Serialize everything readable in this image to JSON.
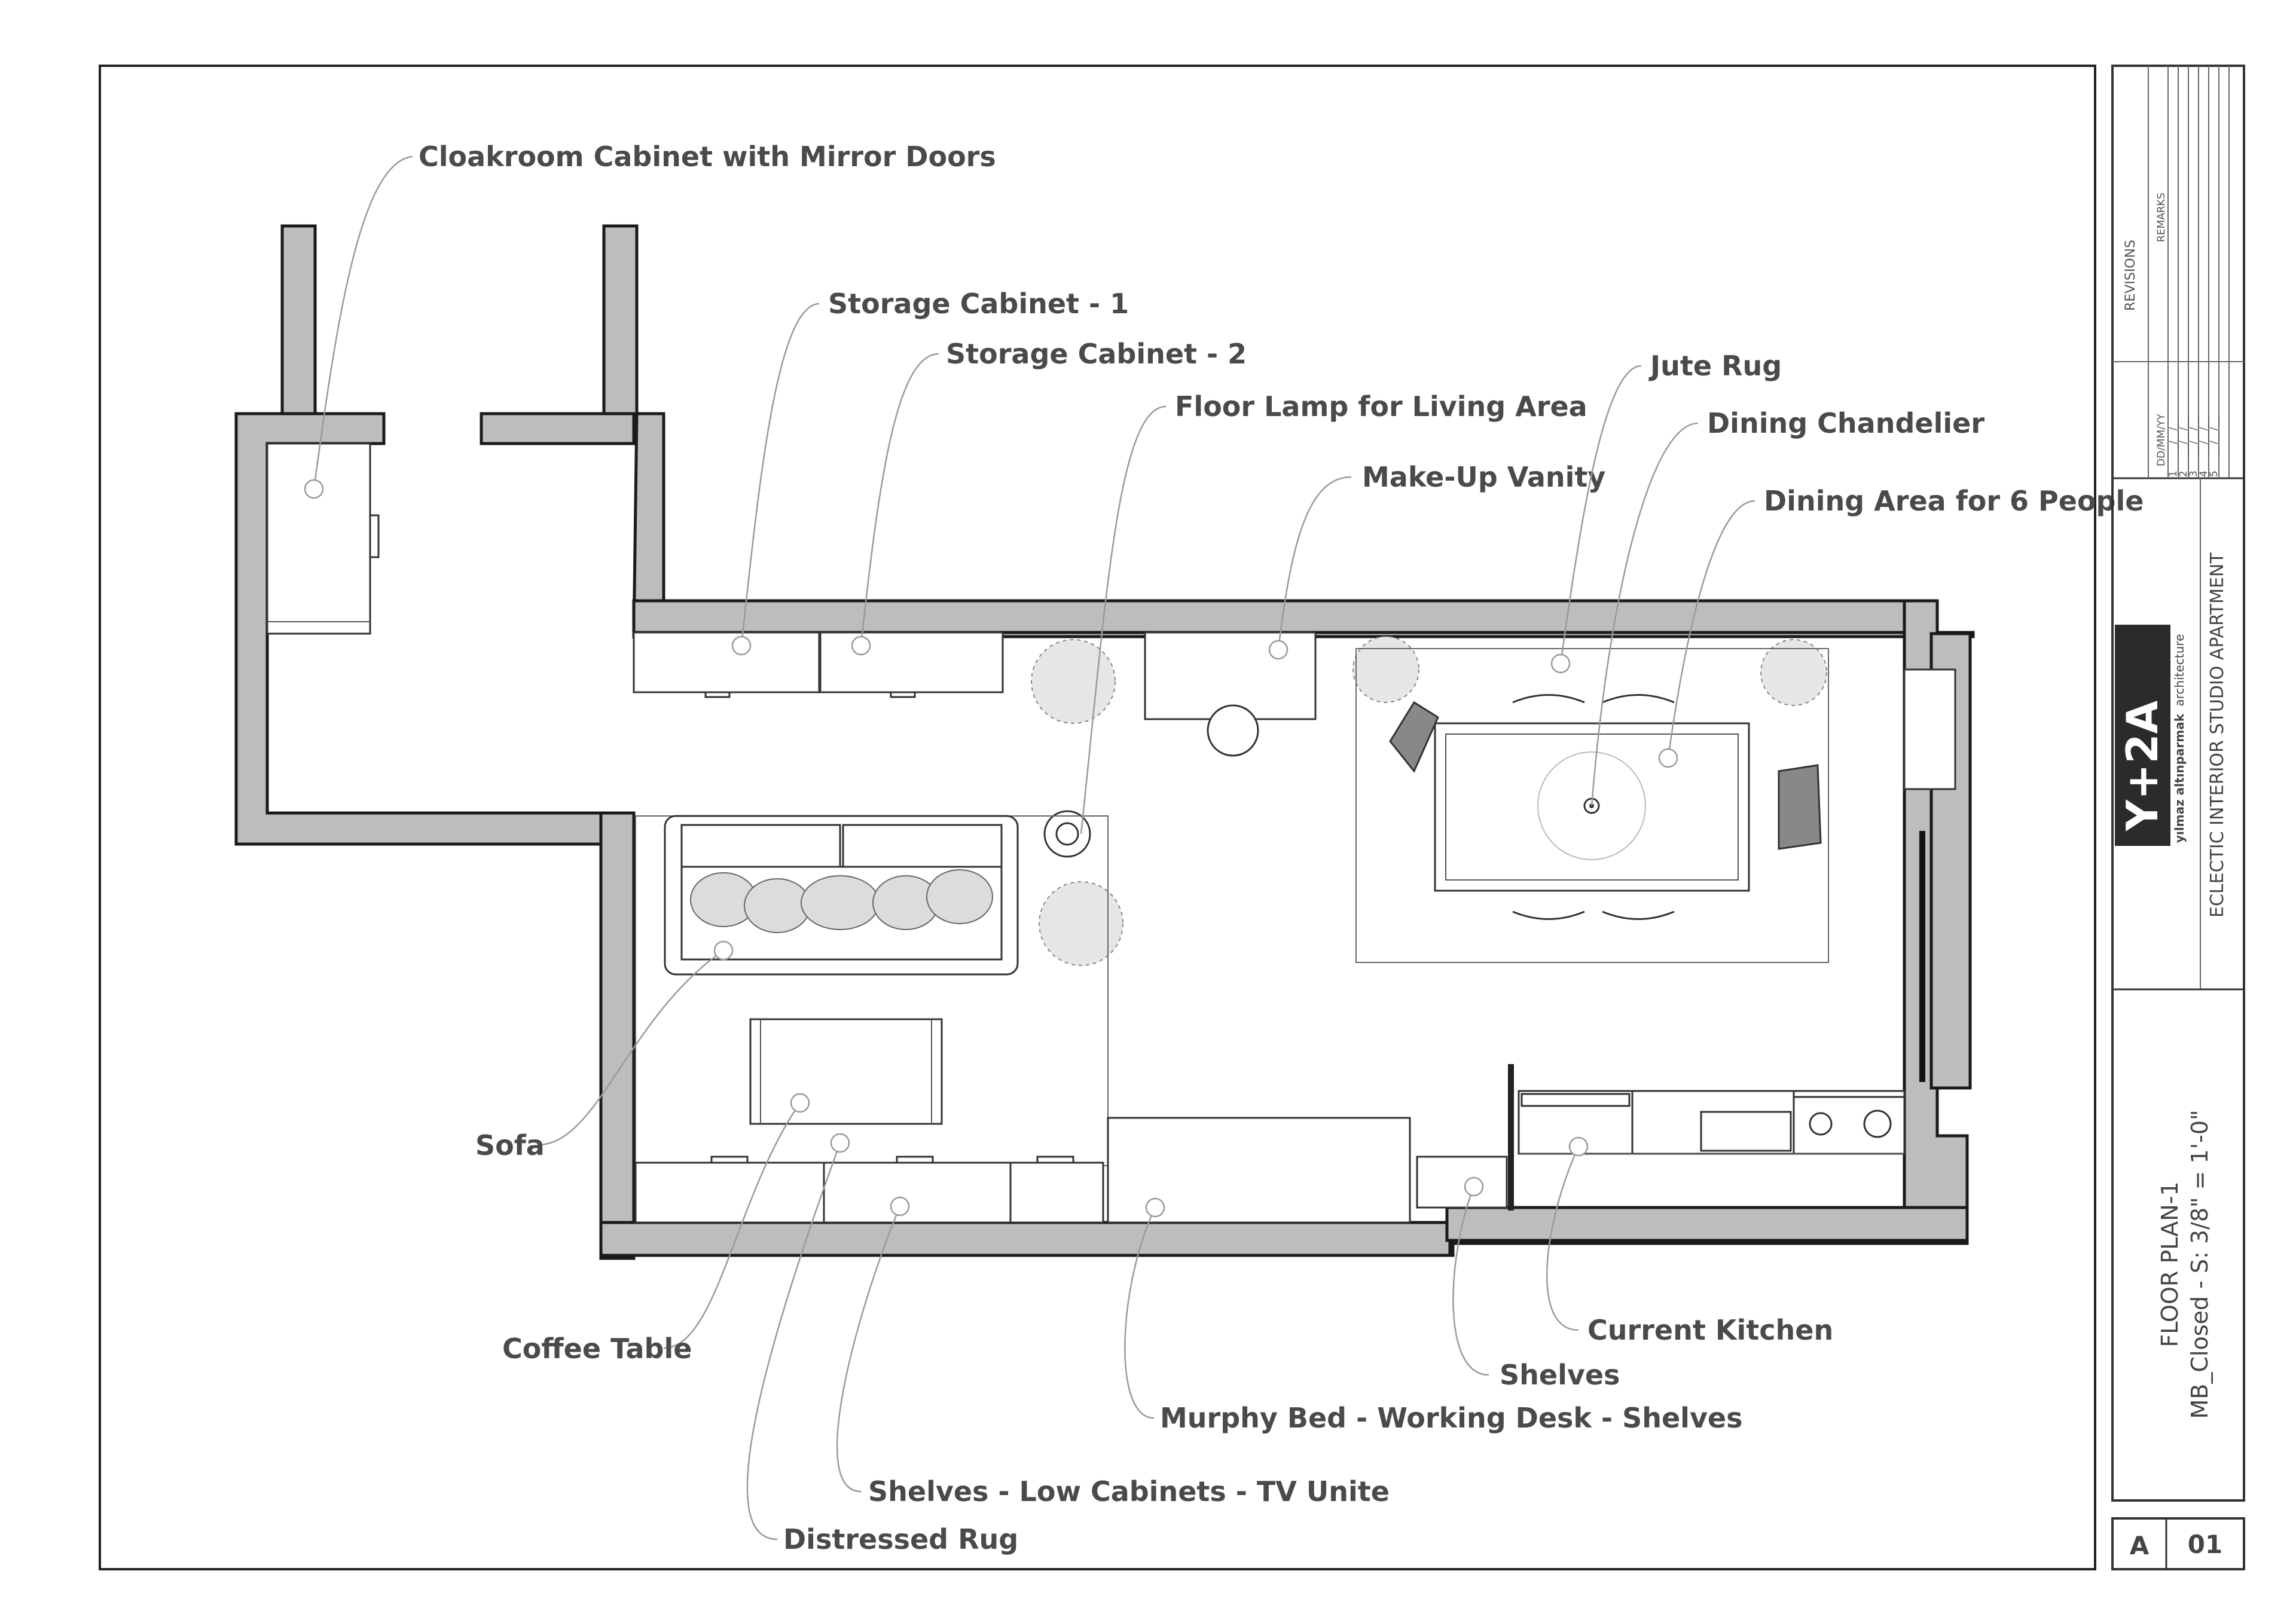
{
  "plan": {
    "labels": [
      {
        "id": "cloakroom-cabinet",
        "text": "Cloakroom Cabinet with Mirror Doors"
      },
      {
        "id": "storage-cabinet-1",
        "text": "Storage Cabinet - 1"
      },
      {
        "id": "storage-cabinet-2",
        "text": "Storage Cabinet - 2"
      },
      {
        "id": "floor-lamp",
        "text": "Floor Lamp for Living Area"
      },
      {
        "id": "make-up-vanity",
        "text": "Make-Up Vanity"
      },
      {
        "id": "jute-rug",
        "text": "Jute Rug"
      },
      {
        "id": "dining-chandelier",
        "text": "Dining Chandelier"
      },
      {
        "id": "dining-area",
        "text": "Dining Area for 6 People"
      },
      {
        "id": "sofa",
        "text": "Sofa"
      },
      {
        "id": "coffee-table",
        "text": "Coffee Table"
      },
      {
        "id": "current-kitchen",
        "text": "Current Kitchen"
      },
      {
        "id": "shelves",
        "text": "Shelves"
      },
      {
        "id": "murphy-bed",
        "text": "Murphy Bed - Working Desk - Shelves"
      },
      {
        "id": "shelves-low-cabinets",
        "text": "Shelves - Low Cabinets - TV Unite"
      },
      {
        "id": "distressed-rug",
        "text": "Distressed Rug"
      }
    ]
  },
  "title_block": {
    "revisions_label": "REVISIONS",
    "remarks_label": "REMARKS",
    "date_label": "DD/MM/YY",
    "revision_numbers": [
      "1",
      "2",
      "3",
      "4",
      "5"
    ],
    "revision_dates": [
      "__/__/__",
      "__/__/__",
      "__/__/__",
      "__/__/__",
      "__/__/__"
    ],
    "logo_text": "Y+2A",
    "firm_bold": "yılmaz altınparmak",
    "firm_light": "architecture",
    "project_name": "ECLECTIC INTERIOR STUDIO APARTMENT",
    "sheet_title": "FLOOR PLAN-1",
    "sheet_subtitle": "MB_Closed - S: 3/8\" = 1'-0\"",
    "sheet_series": "A",
    "sheet_number": "01"
  }
}
